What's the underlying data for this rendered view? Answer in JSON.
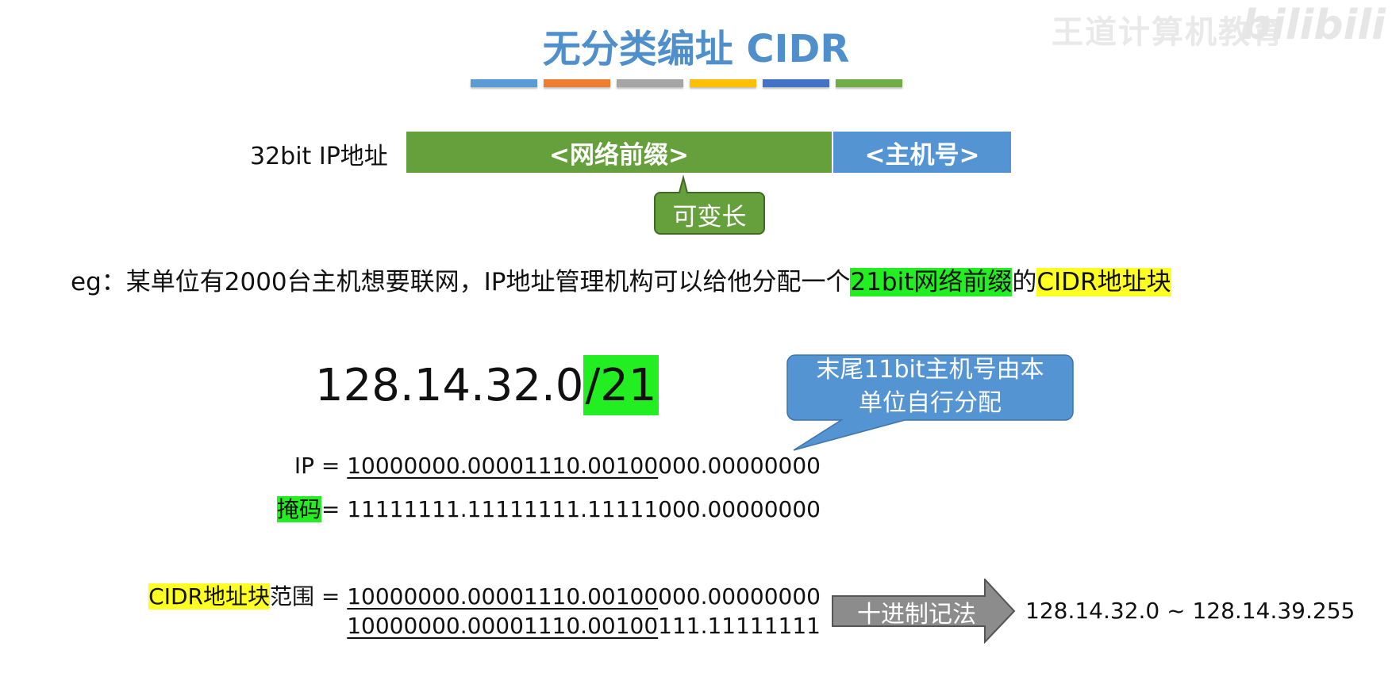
{
  "title": "无分类编址 CIDR",
  "watermark": "王道计算机教育",
  "watermark_logo": "bilibili",
  "title_bar_colors": [
    "#5b9bd5",
    "#ed7d31",
    "#a5a5a5",
    "#ffc000",
    "#4472c4",
    "#70ad47"
  ],
  "address_diagram": {
    "label": "32bit IP地址",
    "prefix": "<网络前缀>",
    "host": "<主机号>",
    "variable_note": "可变长"
  },
  "example": {
    "lead": "eg：某单位有2000台主机想要联网，IP地址管理机构可以给他分配一个",
    "prefix_hl": "21bit网络前缀",
    "mid": "的",
    "block_hl": "CIDR地址块"
  },
  "cidr": {
    "address": "128.14.32.0",
    "suffix": "/21"
  },
  "callout": {
    "line1": "末尾11bit主机号由本",
    "line2": "单位自行分配"
  },
  "ip_row": {
    "label": "IP = ",
    "prefix_bits": "10000000.00001110.00100",
    "host_bits": "000.00000000"
  },
  "mask_row": {
    "label": "掩码",
    "eq": "= ",
    "value": "11111111.11111111.11111000.00000000"
  },
  "range": {
    "label_hl": "CIDR地址块",
    "label_rest": "范围 = ",
    "row1_prefix": "10000000.00001110.00100",
    "row1_host": "000.00000000",
    "row2_prefix": "10000000.00001110.00100",
    "row2_host": "111.11111111",
    "arrow_label": "十进制记法",
    "decimal": "128.14.32.0 ~ 128.14.39.255"
  }
}
